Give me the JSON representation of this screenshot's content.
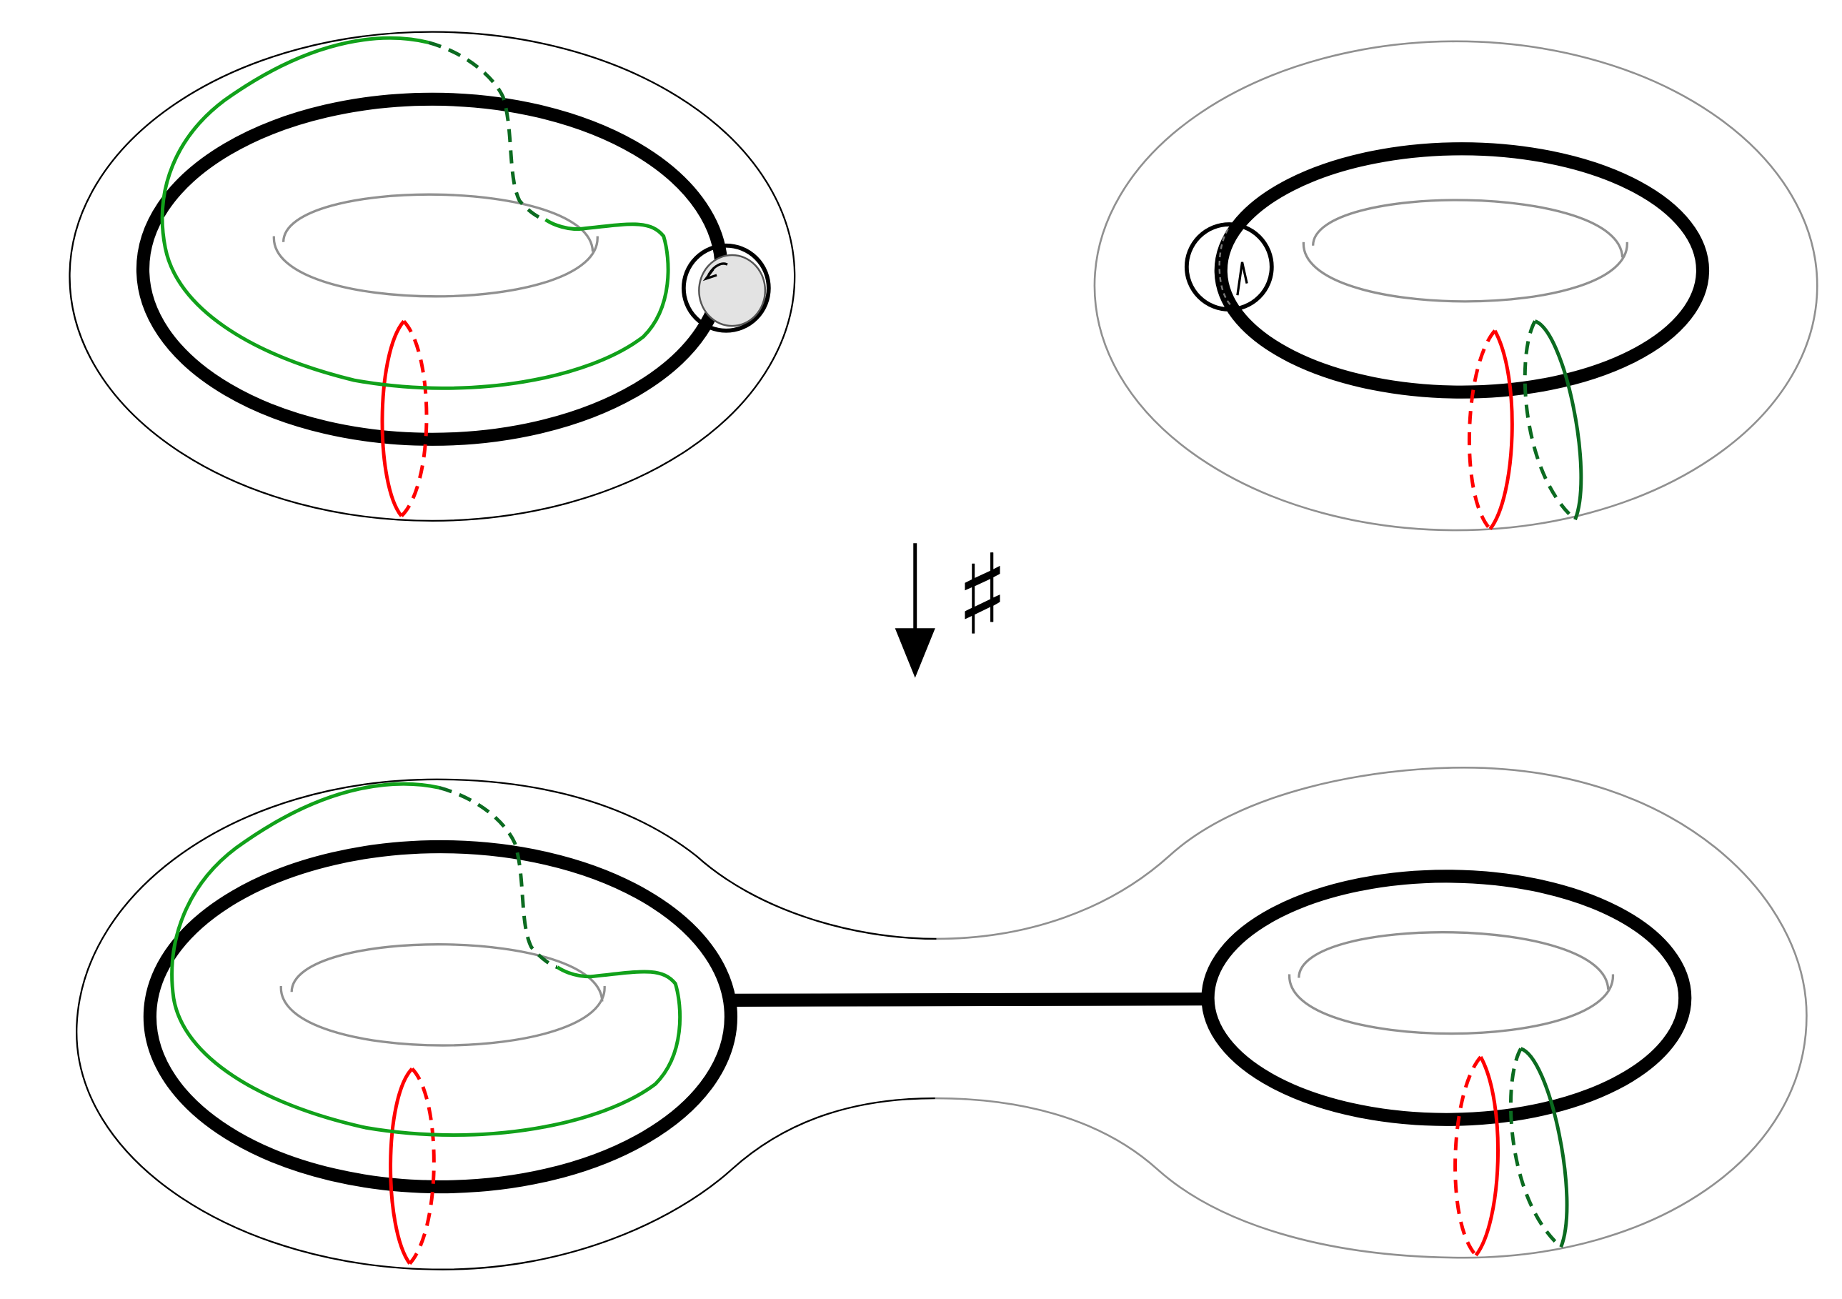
{
  "connector": {
    "label": "♯"
  },
  "colors": {
    "outline": "#000000",
    "thin_outline": "#808080",
    "meridian": "#ff0000",
    "curve_light_green": "#11a11a",
    "curve_dark_green": "#0b6b20",
    "disk_fill": "#e3e3e3"
  },
  "figures": [
    {
      "name": "torus-left",
      "role": "summand"
    },
    {
      "name": "torus-right",
      "role": "summand"
    },
    {
      "name": "genus-two-surface",
      "role": "connected-sum"
    }
  ]
}
